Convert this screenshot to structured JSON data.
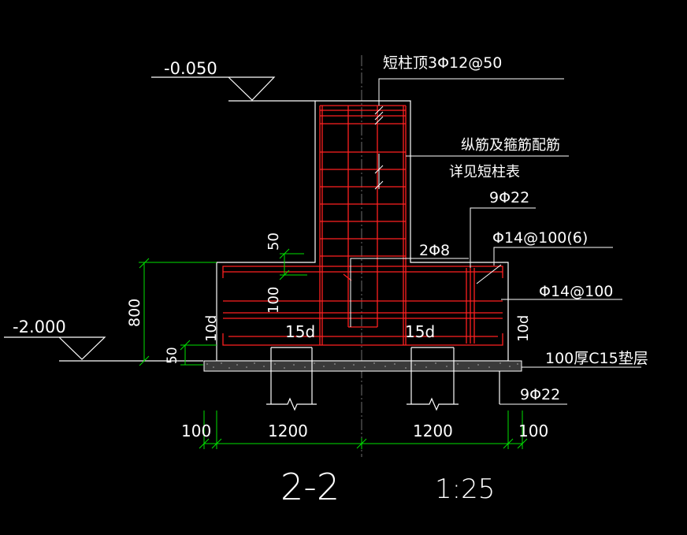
{
  "labels": {
    "elev_top": "-0.050",
    "elev_bottom": "-2.000",
    "column_top": "短柱顶3Φ12@50",
    "column_rebar_line1": "纵筋及箍筋配筋",
    "column_rebar_line2": "详见短柱表",
    "rebar_9phi22_top": "9Φ22",
    "rebar_2phi8": "2Φ8",
    "rebar_phi14_100_6": "Φ14@100(6)",
    "rebar_phi14_100": "Φ14@100",
    "rebar_9phi22_bottom": "9Φ22",
    "cushion": "100厚C15垫层",
    "dim_50_top": "50",
    "dim_100": "100",
    "dim_800": "800",
    "dim_50_bottom": "50",
    "dim_10d_left": "10d",
    "dim_10d_right": "10d",
    "dim_15d_left": "15d",
    "dim_15d_right": "15d",
    "dim_100_left": "100",
    "dim_1200_left": "1200",
    "dim_1200_right": "1200",
    "dim_100_right": "100",
    "section_title": "2-2",
    "scale": "1:25"
  },
  "colors": {
    "background": "#000000",
    "outline": "#ffffff",
    "rebar": "#ff2020",
    "dimension": "#00e000",
    "centerline": "#8a8a8a"
  }
}
